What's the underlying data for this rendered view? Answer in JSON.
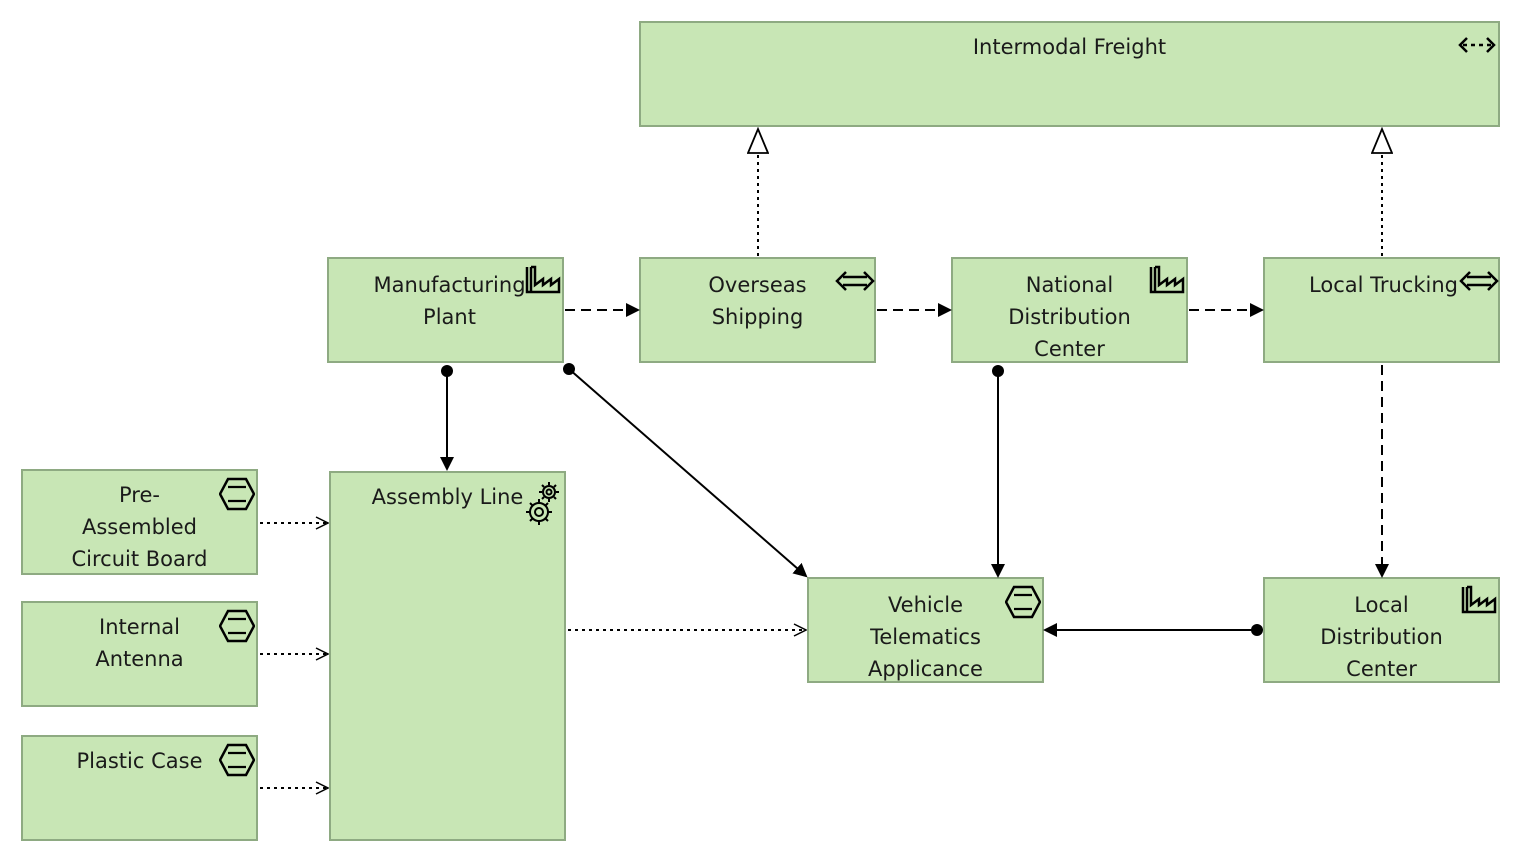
{
  "nodes": {
    "intermodal_freight": {
      "label": "Intermodal Freight",
      "icon": "flow-arrows-icon"
    },
    "manufacturing_plant": {
      "label": "Manufacturing\nPlant",
      "icon": "factory-icon"
    },
    "overseas_shipping": {
      "label": "Overseas\nShipping",
      "icon": "double-arrow-icon"
    },
    "national_distribution_center": {
      "label": "National\nDistribution\nCenter",
      "icon": "factory-icon"
    },
    "local_trucking": {
      "label": "Local Trucking",
      "icon": "double-arrow-icon"
    },
    "pre_assembled_circuit_board": {
      "label": "Pre-\nAssembled\nCircuit Board",
      "icon": "material-hexagon-icon"
    },
    "internal_antenna": {
      "label": "Internal\nAntenna",
      "icon": "material-hexagon-icon"
    },
    "plastic_case": {
      "label": "Plastic Case",
      "icon": "material-hexagon-icon"
    },
    "assembly_line": {
      "label": "Assembly Line",
      "icon": "gears-icon"
    },
    "vehicle_telematics_applicance": {
      "label": "Vehicle\nTelematics\nApplicance",
      "icon": "material-hexagon-icon"
    },
    "local_distribution_center": {
      "label": "Local\nDistribution\nCenter",
      "icon": "factory-icon"
    }
  },
  "colors": {
    "node_fill": "#c8e6b5",
    "node_border": "#8eaa82",
    "edge": "#000000"
  }
}
